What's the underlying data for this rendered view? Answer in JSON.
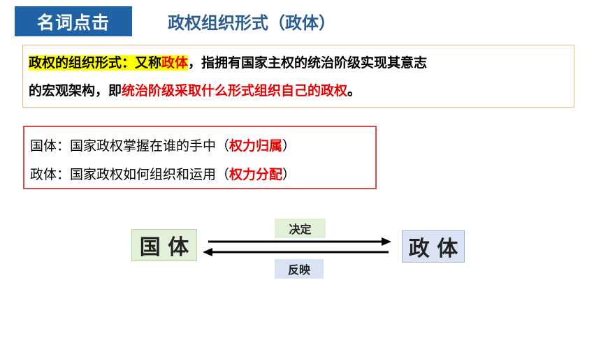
{
  "header": {
    "tag_label": "名词点击",
    "subtitle": "政权组织形式（政体）"
  },
  "definition": {
    "term": "政权的组织形式：又称",
    "term_red": "政体",
    "rest_line1": "，指拥有国家主权的统治阶级实现其意志",
    "line2_prefix": "的宏观架构，即",
    "line2_red": "统治阶级采取什么形式组织自己的政权",
    "line2_suffix": "。"
  },
  "comparison": {
    "guoti_text": "国体：国家政权掌握在谁的手中（",
    "guoti_red": "权力归属",
    "guoti_close": "）",
    "zhengti_text": "政体：国家政权如何组织和运用（",
    "zhengti_red": "权力分配",
    "zhengti_close": "）"
  },
  "diagram": {
    "left_node": "国 体",
    "right_node": "政 体",
    "top_label": "决定",
    "bottom_label": "反映"
  },
  "colors": {
    "title_bg": "#1f63a6",
    "subtitle": "#2b5c93",
    "highlight_red": "#e60000",
    "highlight_yellow": "#ffff00",
    "left_node_bg": "#e2efd9",
    "right_node_bg": "#dae3f3"
  }
}
